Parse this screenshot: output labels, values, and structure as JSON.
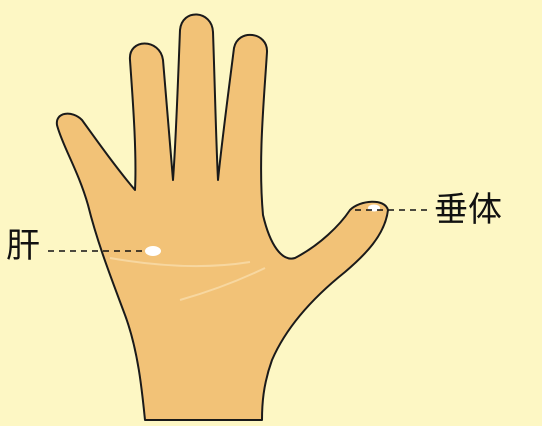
{
  "colors": {
    "background": "#fdf7c4",
    "hand_fill": "#f2c277",
    "outline": "#1a1a1a",
    "point_marker": "#ffffff",
    "leader_line": "#111111"
  },
  "labels": {
    "left": "肝",
    "right": "垂体"
  },
  "markers": [
    {
      "name": "liver-point-marker",
      "label": "肝"
    },
    {
      "name": "pituitary-point-marker",
      "label": "垂体"
    }
  ]
}
